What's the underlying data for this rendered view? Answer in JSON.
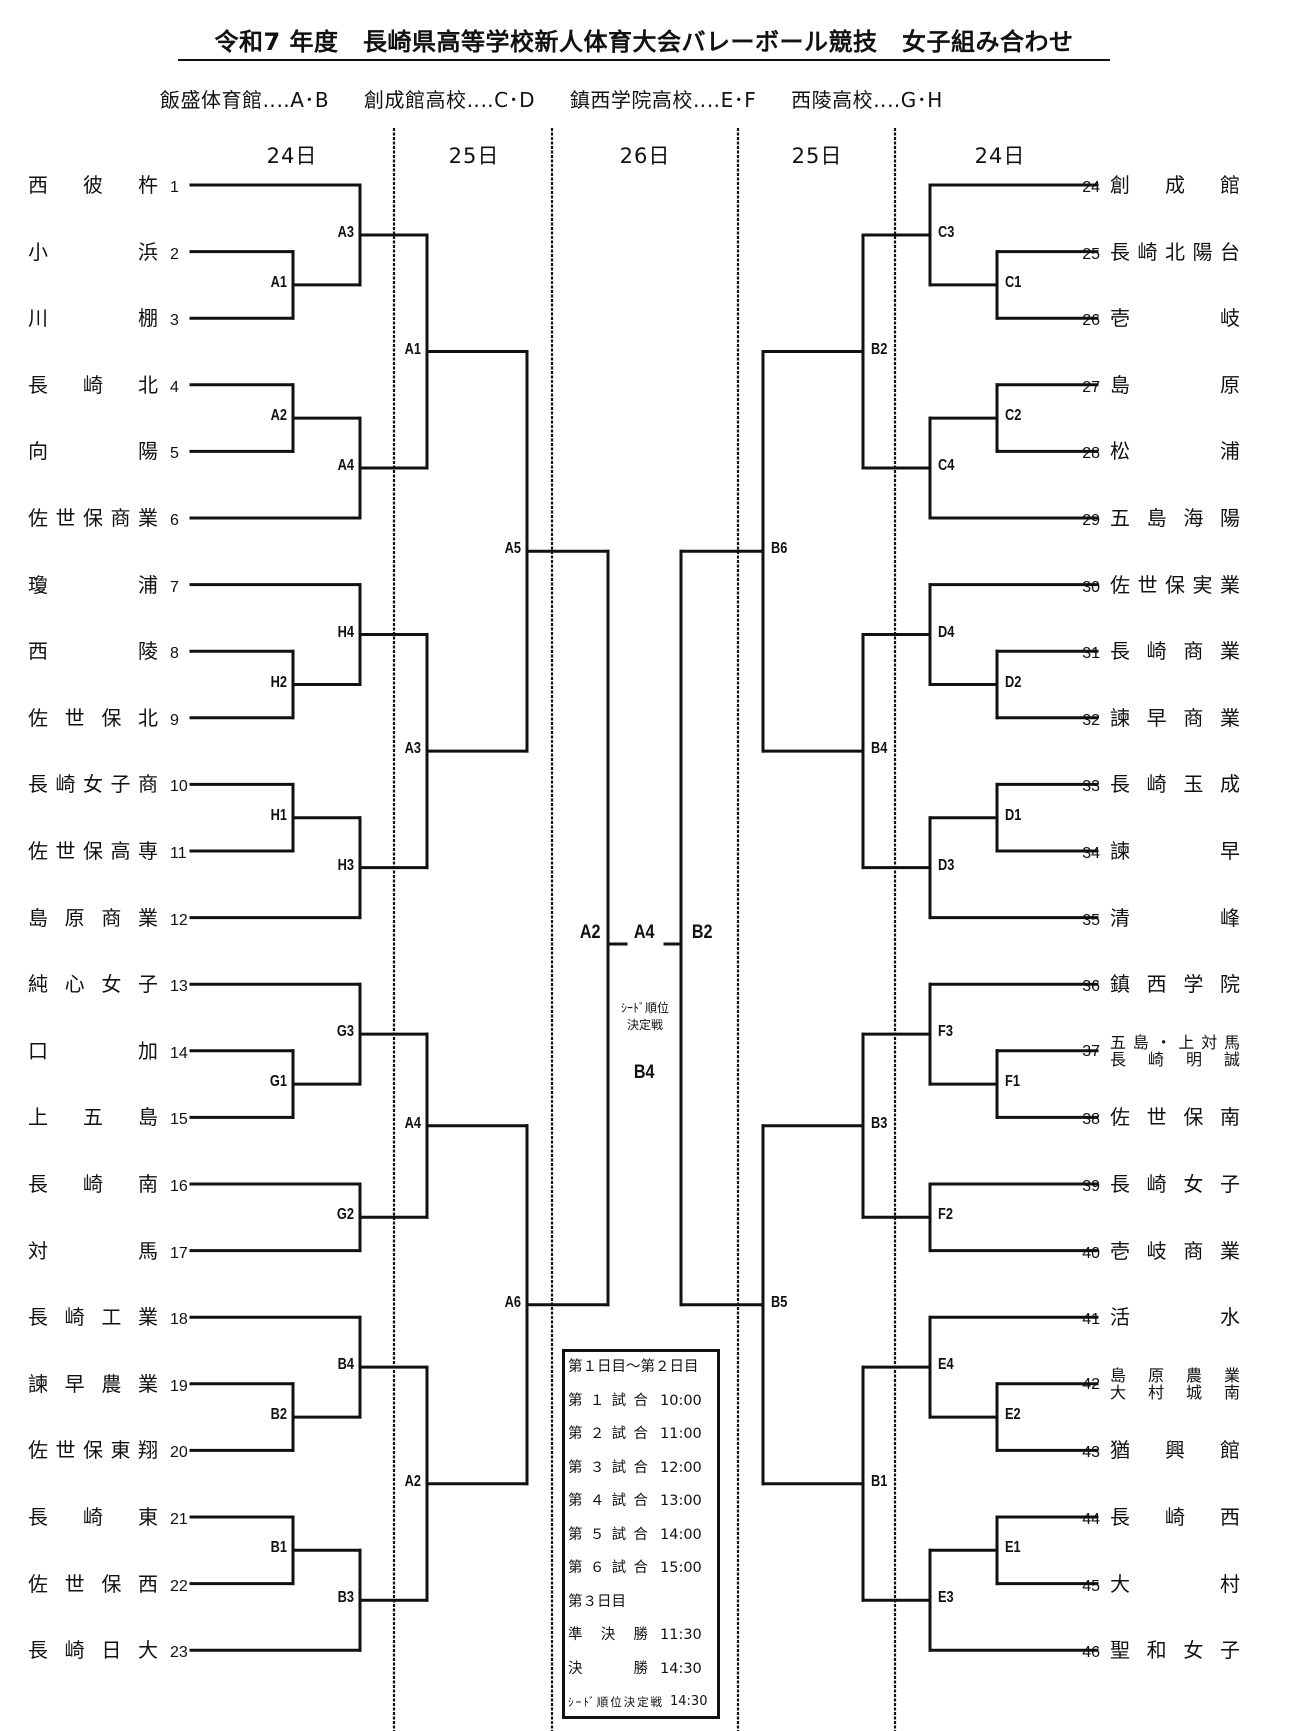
{
  "title": "令和7 年度　長崎県高等学校新人体育大会バレーボール競技　女子組み合わせ",
  "venues": [
    "飯盛体育館‥‥A･B",
    "創成館高校‥‥C･D",
    "鎮西学院高校‥‥E･F",
    "西陵高校‥‥G･H"
  ],
  "days": {
    "left_r1": "24日",
    "left_r2": "25日",
    "center": "26日",
    "right_r2": "25日",
    "right_r1": "24日"
  },
  "left_teams": [
    {
      "no": "1",
      "name": "西　彼　杵"
    },
    {
      "no": "2",
      "name": "小　　　浜"
    },
    {
      "no": "3",
      "name": "川　　　棚"
    },
    {
      "no": "4",
      "name": "長　崎　北"
    },
    {
      "no": "5",
      "name": "向　　　陽"
    },
    {
      "no": "6",
      "name": "佐世保商業"
    },
    {
      "no": "7",
      "name": "瓊　　　浦"
    },
    {
      "no": "8",
      "name": "西　　　陵"
    },
    {
      "no": "9",
      "name": "佐世保北"
    },
    {
      "no": "10",
      "name": "長崎女子商"
    },
    {
      "no": "11",
      "name": "佐世保高専"
    },
    {
      "no": "12",
      "name": "島原商業"
    },
    {
      "no": "13",
      "name": "純心女子"
    },
    {
      "no": "14",
      "name": "口　　　加"
    },
    {
      "no": "15",
      "name": "上　五　島"
    },
    {
      "no": "16",
      "name": "長　崎　南"
    },
    {
      "no": "17",
      "name": "対　　　馬"
    },
    {
      "no": "18",
      "name": "長崎工業"
    },
    {
      "no": "19",
      "name": "諫早農業"
    },
    {
      "no": "20",
      "name": "佐世保東翔"
    },
    {
      "no": "21",
      "name": "長　崎　東"
    },
    {
      "no": "22",
      "name": "佐世保西"
    },
    {
      "no": "23",
      "name": "長崎日大"
    }
  ],
  "right_teams": [
    {
      "no": "24",
      "name": "創　成　館"
    },
    {
      "no": "25",
      "name": "長崎北陽台"
    },
    {
      "no": "26",
      "name": "壱　　　岐"
    },
    {
      "no": "27",
      "name": "島　　　原"
    },
    {
      "no": "28",
      "name": "松　　　浦"
    },
    {
      "no": "29",
      "name": "五島海陽"
    },
    {
      "no": "30",
      "name": "佐世保実業"
    },
    {
      "no": "31",
      "name": "長崎商業"
    },
    {
      "no": "32",
      "name": "諫早商業"
    },
    {
      "no": "33",
      "name": "長崎玉成"
    },
    {
      "no": "34",
      "name": "諫　　　早"
    },
    {
      "no": "35",
      "name": "清　　　峰"
    },
    {
      "no": "36",
      "name": "鎮西学院"
    },
    {
      "no": "37",
      "name": "五島・上対馬",
      "name2": "長　崎　明　誠"
    },
    {
      "no": "38",
      "name": "佐世保南"
    },
    {
      "no": "39",
      "name": "長崎女子"
    },
    {
      "no": "40",
      "name": "壱岐商業"
    },
    {
      "no": "41",
      "name": "活　　　水"
    },
    {
      "no": "42",
      "name": "島原農業",
      "name2": "大村城南"
    },
    {
      "no": "43",
      "name": "猶　興　館"
    },
    {
      "no": "44",
      "name": "長　崎　西"
    },
    {
      "no": "45",
      "name": "大　　　村"
    },
    {
      "no": "46",
      "name": "聖和女子"
    }
  ],
  "matches": {
    "left_r1": [
      {
        "label": "A1",
        "teams": [
          "2",
          "3"
        ]
      },
      {
        "label": "A2",
        "teams": [
          "4",
          "5"
        ]
      },
      {
        "label": "H2",
        "teams": [
          "8",
          "9"
        ]
      },
      {
        "label": "H1",
        "teams": [
          "10",
          "11"
        ]
      },
      {
        "label": "G1",
        "teams": [
          "14",
          "15"
        ]
      },
      {
        "label": "B2",
        "teams": [
          "19",
          "20"
        ]
      },
      {
        "label": "B1",
        "teams": [
          "21",
          "22"
        ]
      }
    ],
    "left_r2": [
      {
        "label": "A3",
        "from": [
          "1",
          "A1"
        ]
      },
      {
        "label": "A4",
        "from": [
          "A2",
          "6"
        ]
      },
      {
        "label": "H4",
        "from": [
          "7",
          "H2"
        ]
      },
      {
        "label": "H3",
        "from": [
          "H1",
          "12"
        ]
      },
      {
        "label": "G3",
        "from": [
          "13",
          "G1"
        ]
      },
      {
        "label": "G2",
        "from": [
          "16",
          "17"
        ]
      },
      {
        "label": "B4",
        "from": [
          "18",
          "B2"
        ]
      },
      {
        "label": "B3",
        "from": [
          "B1",
          "23"
        ]
      }
    ],
    "left_r3": [
      {
        "label": "A1",
        "from": [
          "A3",
          "A4"
        ]
      },
      {
        "label": "A3",
        "from": [
          "H4",
          "H3"
        ]
      },
      {
        "label": "A4",
        "from": [
          "G3",
          "G2"
        ]
      },
      {
        "label": "A2",
        "from": [
          "B4",
          "B3"
        ]
      }
    ],
    "left_r4": [
      {
        "label": "A5",
        "from": [
          "A1",
          "A3"
        ]
      },
      {
        "label": "A6",
        "from": [
          "A4",
          "A2"
        ]
      }
    ],
    "right_r1": [
      {
        "label": "C1",
        "teams": [
          "25",
          "26"
        ]
      },
      {
        "label": "C2",
        "teams": [
          "27",
          "28"
        ]
      },
      {
        "label": "D2",
        "teams": [
          "31",
          "32"
        ]
      },
      {
        "label": "D1",
        "teams": [
          "33",
          "34"
        ]
      },
      {
        "label": "F1",
        "teams": [
          "37",
          "38"
        ]
      },
      {
        "label": "E2",
        "teams": [
          "42",
          "43"
        ]
      },
      {
        "label": "E1",
        "teams": [
          "44",
          "45"
        ]
      }
    ],
    "right_r2": [
      {
        "label": "C3",
        "from": [
          "24",
          "C1"
        ]
      },
      {
        "label": "C4",
        "from": [
          "C2",
          "29"
        ]
      },
      {
        "label": "D4",
        "from": [
          "30",
          "D2"
        ]
      },
      {
        "label": "D3",
        "from": [
          "D1",
          "35"
        ]
      },
      {
        "label": "F3",
        "from": [
          "36",
          "F1"
        ]
      },
      {
        "label": "F2",
        "from": [
          "39",
          "40"
        ]
      },
      {
        "label": "E4",
        "from": [
          "41",
          "E2"
        ]
      },
      {
        "label": "E3",
        "from": [
          "E1",
          "46"
        ]
      }
    ],
    "right_r3": [
      {
        "label": "B2",
        "from": [
          "C3",
          "C4"
        ]
      },
      {
        "label": "B4",
        "from": [
          "D4",
          "D3"
        ]
      },
      {
        "label": "B3",
        "from": [
          "F3",
          "F2"
        ]
      },
      {
        "label": "B1",
        "from": [
          "E4",
          "E3"
        ]
      }
    ],
    "right_r4": [
      {
        "label": "B6",
        "from": [
          "B2",
          "B4"
        ]
      },
      {
        "label": "B5",
        "from": [
          "B3",
          "B1"
        ]
      }
    ],
    "final": {
      "semi_left_label": "A2",
      "final_label": "A4",
      "semi_right_label": "B2",
      "seed_note": "ｼｰﾄﾞ順位決定戦",
      "seed_label": "B4"
    }
  },
  "schedule": {
    "header_day12": "第１日目～第２日目",
    "day12": [
      {
        "label": "第１試合",
        "time": "10:00"
      },
      {
        "label": "第２試合",
        "time": "11:00"
      },
      {
        "label": "第３試合",
        "time": "12:00"
      },
      {
        "label": "第４試合",
        "time": "13:00"
      },
      {
        "label": "第５試合",
        "time": "14:00"
      },
      {
        "label": "第６試合",
        "time": "15:00"
      }
    ],
    "header_day3": "第３日目",
    "day3": [
      {
        "label": "準決勝",
        "time": "11:30"
      },
      {
        "label": "決勝",
        "time": "14:30"
      },
      {
        "label": "ｼｰﾄﾞ順位決定戦",
        "time": "14:30"
      }
    ]
  }
}
